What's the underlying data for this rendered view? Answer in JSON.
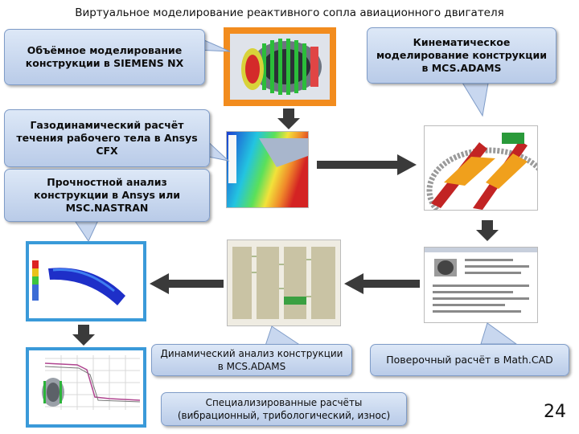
{
  "title": "Виртуальное моделирование реактивного сопла авиационного двигателя",
  "callouts": {
    "nx": "Объёмное моделирование конструкции в SIEMENS NX",
    "adams_kin": "Кинематическое моделирование конструкции в MCS.ADAMS",
    "cfx": "Газодинамический расчёт течения рабочего тела в Ansys CFX",
    "strength": "Прочностной анализ конструкции в Ansys или MSC.NASTRAN",
    "adams_dyn": "Динамический анализ конструкции в MCS.ADAMS",
    "mathcad": "Поверочный расчёт в Math.CAD",
    "special": "Специализированные расчёты (вибрационный, трибологический, износ)"
  },
  "page_number": "24",
  "colors": {
    "callout_fill": "#c8d7ef",
    "callout_border": "#7f9cc8",
    "frame_orange": "#f28c1e",
    "frame_blue": "#3a9ad9",
    "arrow": "#3a3a3a"
  }
}
